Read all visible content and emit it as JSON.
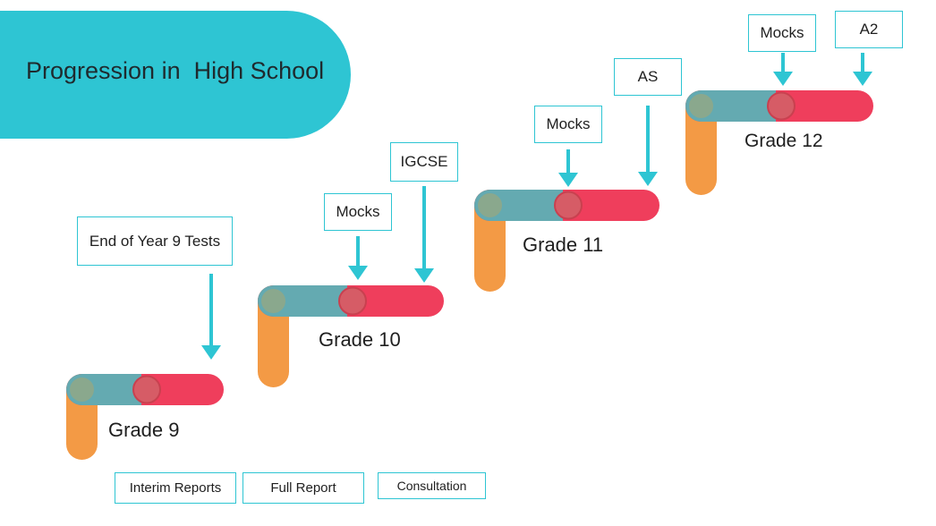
{
  "title": "Progression in  High School",
  "grades": [
    {
      "label": "Grade 9"
    },
    {
      "label": "Grade 10"
    },
    {
      "label": "Grade 11"
    },
    {
      "label": "Grade 12"
    }
  ],
  "events": [
    {
      "label": "End of Year 9 Tests"
    },
    {
      "label": "Mocks"
    },
    {
      "label": "IGCSE"
    },
    {
      "label": "Mocks"
    },
    {
      "label": "AS"
    },
    {
      "label": "Mocks"
    },
    {
      "label": "A2"
    }
  ],
  "legend": [
    {
      "label": "Interim Reports"
    },
    {
      "label": "Full Report"
    },
    {
      "label": "Consultation"
    }
  ],
  "colors": {
    "teal": "#2ec5d3",
    "orange": "#f39a45",
    "red": "#ef3e5c",
    "blue_grey": "#64aab1",
    "node_green": "#8aa88d",
    "node_red": "#d65c66"
  }
}
